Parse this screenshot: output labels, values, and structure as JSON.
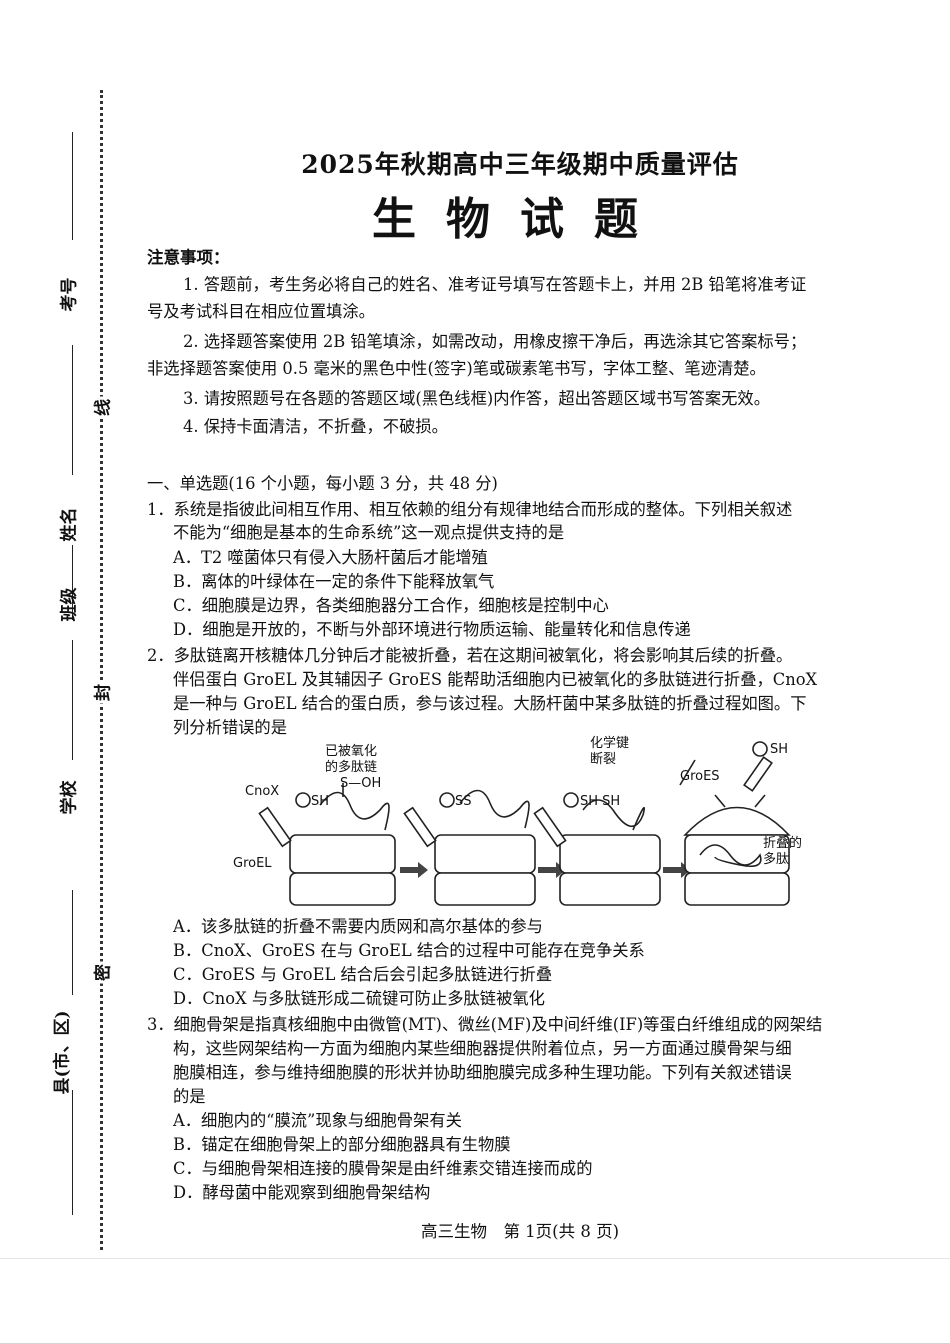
{
  "margin": {
    "seal_words": [
      "线",
      "封",
      "密"
    ],
    "fields": [
      "考号",
      "姓名",
      "班级",
      "学校",
      "县(市、区)"
    ]
  },
  "header": {
    "title": "2025年秋期高中三年级期中质量评估",
    "subject": "生物试题"
  },
  "notice": {
    "heading": "注意事项：",
    "lines": [
      "1. 答题前，考生务必将自己的姓名、准考证号填写在答题卡上，并用 2B 铅笔将准考证",
      "号及考试科目在相应位置填涂。",
      "2. 选择题答案使用 2B 铅笔填涂，如需改动，用橡皮擦干净后，再选涂其它答案标号；",
      "非选择题答案使用 0.5 毫米的黑色中性(签字)笔或碳素笔书写，字体工整、笔迹清楚。",
      "3. 请按照题号在各题的答题区域(黑色线框)内作答，超出答题区域书写答案无效。",
      "4. 保持卡面清洁，不折叠，不破损。"
    ]
  },
  "section": {
    "heading": "一、单选题(16 个小题，每小题 3 分，共 48 分)"
  },
  "questions": [
    {
      "lines": [
        "1．系统是指彼此间相互作用、相互依赖的组分有规律地结合而形成的整体。下列相关叙述",
        "不能为“细胞是基本的生命系统”这一观点提供支持的是"
      ],
      "options": [
        "A．T2 噬菌体只有侵入大肠杆菌后才能增殖",
        "B．离体的叶绿体在一定的条件下能释放氧气",
        "C．细胞膜是边界，各类细胞器分工合作，细胞核是控制中心",
        "D．细胞是开放的，不断与外部环境进行物质运输、能量转化和信息传递"
      ]
    },
    {
      "lines": [
        "2．多肽链离开核糖体几分钟后才能被折叠，若在这期间被氧化，将会影响其后续的折叠。",
        "伴侣蛋白 GroEL 及其辅因子 GroES 能帮助活细胞内已被氧化的多肽链进行折叠，CnoX",
        "是一种与 GroEL 结合的蛋白质，参与该过程。大肠杆菌中某多肽链的折叠过程如图。下",
        "列分析错误的是"
      ],
      "figure": {
        "oxidized_label_1": "已被氧化",
        "oxidized_label_2": "的多肽链",
        "soh": "S—OH",
        "cnox": "CnoX",
        "sh": "SH",
        "ss": "SS",
        "groel": "GroEL",
        "bond_label_1": "化学键",
        "bond_label_2": "断裂",
        "sh_sh": "SH SH",
        "groes": "GroES",
        "folded_label_1": "折叠的",
        "folded_label_2": "多肽"
      },
      "options": [
        "A．该多肽链的折叠不需要内质网和高尔基体的参与",
        "B．CnoX、GroES 在与 GroEL 结合的过程中可能存在竞争关系",
        "C．GroES 与 GroEL 结合后会引起多肽链进行折叠",
        "D．CnoX 与多肽链形成二硫键可防止多肽链被氧化"
      ]
    },
    {
      "lines": [
        "3．细胞骨架是指真核细胞中由微管(MT)、微丝(MF)及中间纤维(IF)等蛋白纤维组成的网架结",
        "构，这些网架结构一方面为细胞内某些细胞器提供附着位点，另一方面通过膜骨架与细",
        "胞膜相连，参与维持细胞膜的形状并协助细胞膜完成多种生理功能。下列有关叙述错误",
        "的是"
      ],
      "options": [
        "A．细胞内的“膜流”现象与细胞骨架有关",
        "B．锚定在细胞骨架上的部分细胞器具有生物膜",
        "C．与细胞骨架相连接的膜骨架是由纤维素交错连接而成的",
        "D．酵母菌中能观察到细胞骨架结构"
      ]
    }
  ],
  "footer": {
    "text": "高三生物　第 1页(共 8 页)"
  }
}
